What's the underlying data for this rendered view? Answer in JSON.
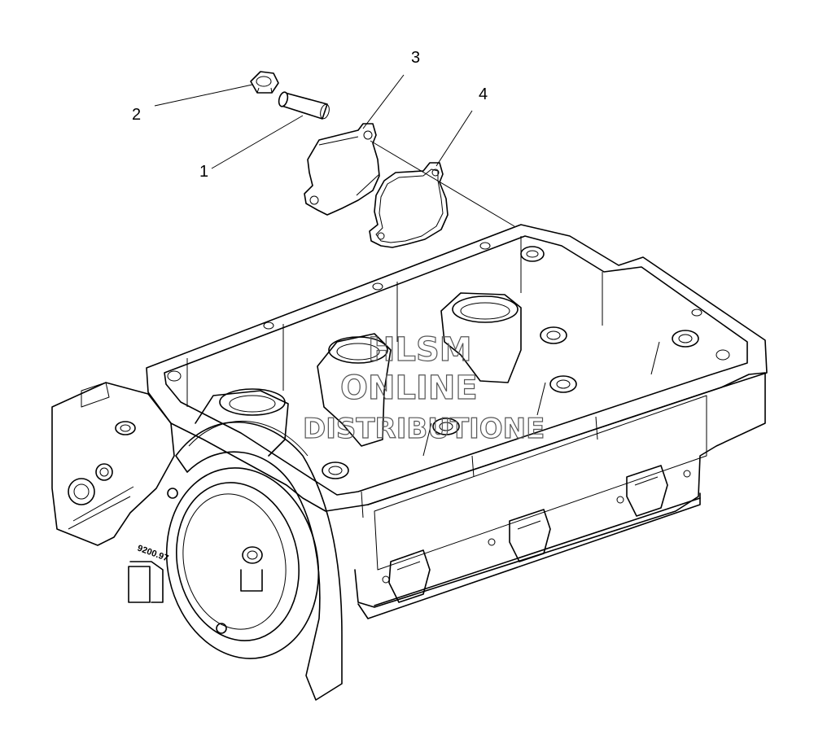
{
  "callouts": [
    {
      "id": "1",
      "label": "1",
      "part": "pin"
    },
    {
      "id": "2",
      "label": "2",
      "part": "nut"
    },
    {
      "id": "3",
      "label": "3",
      "part": "cover-plate"
    },
    {
      "id": "4",
      "label": "4",
      "part": "gasket"
    }
  ],
  "casting_stamp": "9200.97",
  "watermark": {
    "line1": "HLSM",
    "line2": "ONLINE",
    "line3": "DISTRIBUTIONE"
  },
  "colors": {
    "line": "#000000",
    "background": "#ffffff",
    "watermark": "#555555"
  }
}
